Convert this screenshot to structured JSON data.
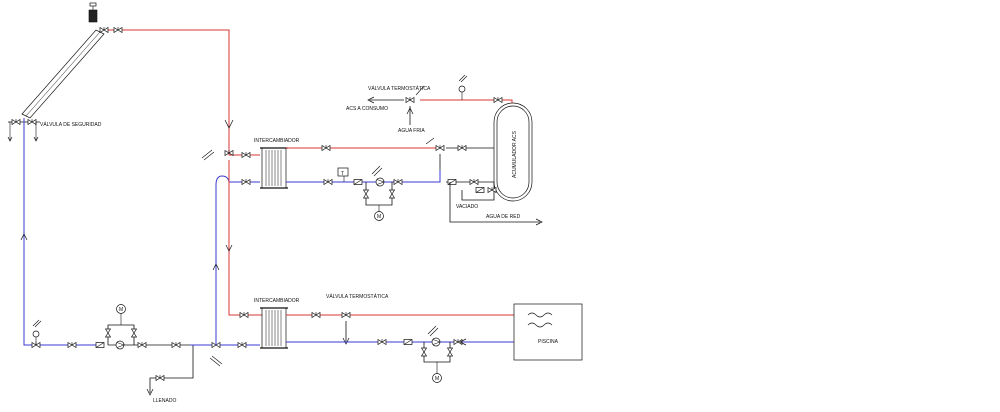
{
  "labels": {
    "valvula_seguridad": "VÁLVULA DE SEGURIDAD",
    "intercambiador_1": "INTERCAMBIADOR",
    "intercambiador_2": "INTERCAMBIADOR",
    "valvula_termostatica_1": "VÁLVULA TERMOSTÁTICA",
    "valvula_termostatica_2": "VÁLVULA TERMOSTÁTICA",
    "acs_consumo": "ACS A CONSUMO",
    "agua_fria": "AGUA FRIA",
    "acumulador": "ACUMULADOR ACS",
    "vaciado": "VACIADO",
    "agua_red": "AGUA DE RED",
    "piscina": "PISCINA",
    "llenado": "LLENADO",
    "motor": "M",
    "temp": "T"
  },
  "colors": {
    "hot": "#d93434",
    "cold": "#3a3ad0",
    "line": "#111111"
  }
}
